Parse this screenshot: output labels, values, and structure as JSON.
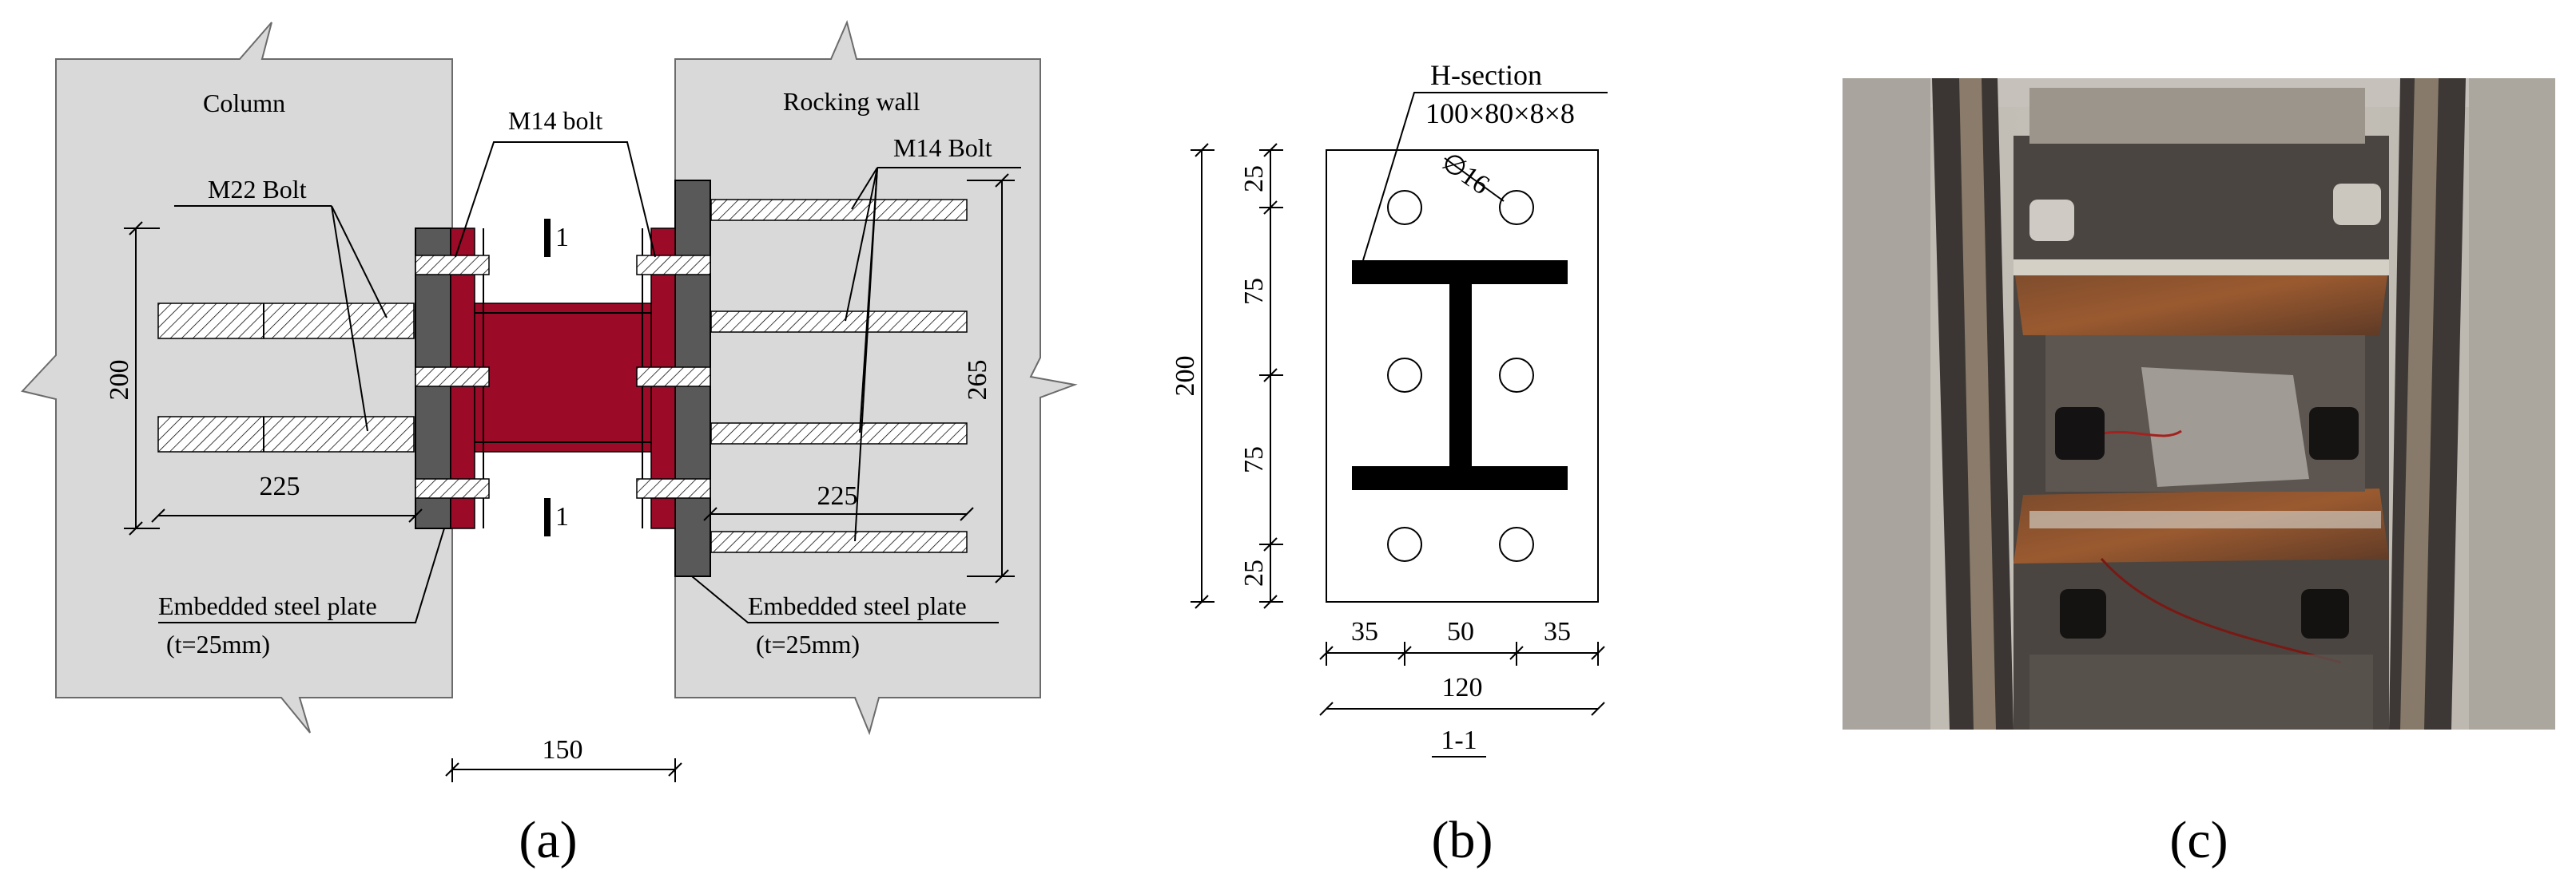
{
  "panel_a": {
    "column_label": "Column",
    "rocking_wall_label": "Rocking wall",
    "m14_bolt_label": "M14 bolt",
    "m22_bolt_label": "M22 Bolt",
    "m14_bolt_right_label": "M14  Bolt",
    "dim_200": "200",
    "dim_225_left": "225",
    "dim_265": "265",
    "dim_225_right": "225",
    "dim_150": "150",
    "embedded_plate_left": "Embedded steel plate",
    "thickness_left": "(t=25mm)",
    "embedded_plate_right": "Embedded steel plate",
    "thickness_right": "(t=25mm)",
    "section_mark_top": "1",
    "section_mark_bottom": "1",
    "colors": {
      "concrete": "#d9d9d9",
      "steel_red": "#9b0a26",
      "plate_gray": "#595959"
    }
  },
  "panel_b": {
    "h_section_label": "H-section",
    "h_section_size": "100×80×8×8",
    "hole_label": "∅16",
    "dim_25_top": "25",
    "dim_75_top": "75",
    "dim_200": "200",
    "dim_75_bottom": "75",
    "dim_25_bottom": "25",
    "dim_35_left": "35",
    "dim_50": "50",
    "dim_35_right": "35",
    "dim_120": "120",
    "section_title": "1-1"
  },
  "captions": {
    "a": "(a)",
    "b": "(b)",
    "c": "(c)"
  }
}
